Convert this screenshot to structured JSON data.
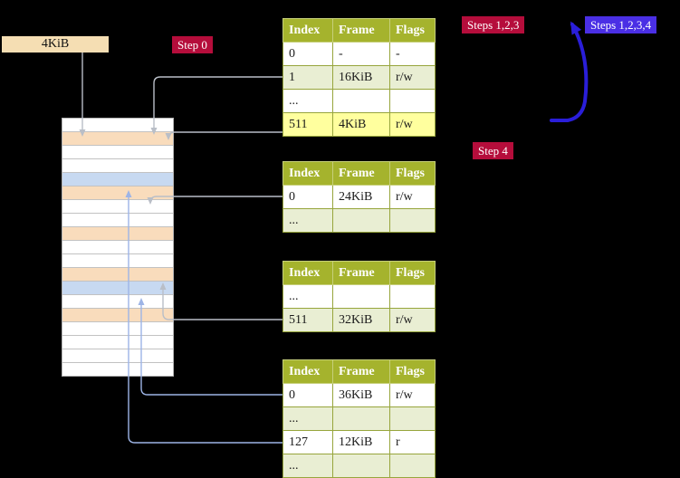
{
  "colors": {
    "bg": "#000000",
    "crimson": "#b50d3b",
    "blue_label": "#4a2fe5",
    "table_header": "#a5b32d",
    "table_row_alt": "#e9eed3",
    "highlight": "#ffff9e",
    "beige": "#f5deb3",
    "mem_peach": "#f9dcbc",
    "mem_blue": "#c7d9f1",
    "arrow_gray": "#b9bec7",
    "arrow_blue_light": "#9db4e6",
    "big_arrow": "#2a1ed9"
  },
  "labels": {
    "frame_size": "4KiB",
    "step0": "Step 0",
    "steps123": "Steps 1,2,3",
    "steps1234": "Steps 1,2,3,4",
    "step4": "Step 4"
  },
  "tables": [
    {
      "name": "page-table-top",
      "headers": [
        "Index",
        "Frame",
        "Flags"
      ],
      "rows": [
        {
          "cells": [
            "0",
            "-",
            "-"
          ],
          "highlight": false
        },
        {
          "cells": [
            "1",
            "16KiB",
            "r/w"
          ],
          "highlight": false
        },
        {
          "cells": [
            "...",
            "",
            ""
          ],
          "highlight": false
        },
        {
          "cells": [
            "511",
            "4KiB",
            "r/w"
          ],
          "highlight": true
        }
      ]
    },
    {
      "name": "page-table-second",
      "headers": [
        "Index",
        "Frame",
        "Flags"
      ],
      "rows": [
        {
          "cells": [
            "0",
            "24KiB",
            "r/w"
          ],
          "highlight": false
        },
        {
          "cells": [
            "...",
            "",
            ""
          ],
          "highlight": false
        }
      ]
    },
    {
      "name": "page-table-third",
      "headers": [
        "Index",
        "Frame",
        "Flags"
      ],
      "rows": [
        {
          "cells": [
            "...",
            "",
            ""
          ],
          "highlight": false
        },
        {
          "cells": [
            "511",
            "32KiB",
            "r/w"
          ],
          "highlight": false
        }
      ]
    },
    {
      "name": "page-table-fourth",
      "headers": [
        "Index",
        "Frame",
        "Flags"
      ],
      "rows": [
        {
          "cells": [
            "0",
            "36KiB",
            "r/w"
          ],
          "highlight": false
        },
        {
          "cells": [
            "...",
            "",
            ""
          ],
          "highlight": false
        },
        {
          "cells": [
            "127",
            "12KiB",
            "r"
          ],
          "highlight": false
        },
        {
          "cells": [
            "...",
            "",
            ""
          ],
          "highlight": false
        }
      ]
    }
  ],
  "memory": {
    "rows": [
      "white",
      "peach",
      "white",
      "white",
      "blue",
      "peach",
      "white",
      "white",
      "peach",
      "white",
      "white",
      "peach",
      "blue",
      "white",
      "peach",
      "white",
      "white",
      "white",
      "white"
    ]
  }
}
